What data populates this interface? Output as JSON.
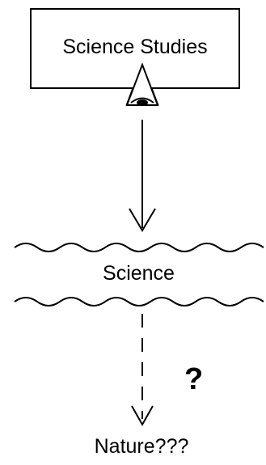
{
  "diagram": {
    "top_box_label": "Science Studies",
    "band_label": "Science",
    "question_mark": "?",
    "bottom_label": "Nature???"
  },
  "colors": {
    "ink": "#000000",
    "background": "#ffffff"
  },
  "icons": {
    "eye": "eye-icon"
  }
}
